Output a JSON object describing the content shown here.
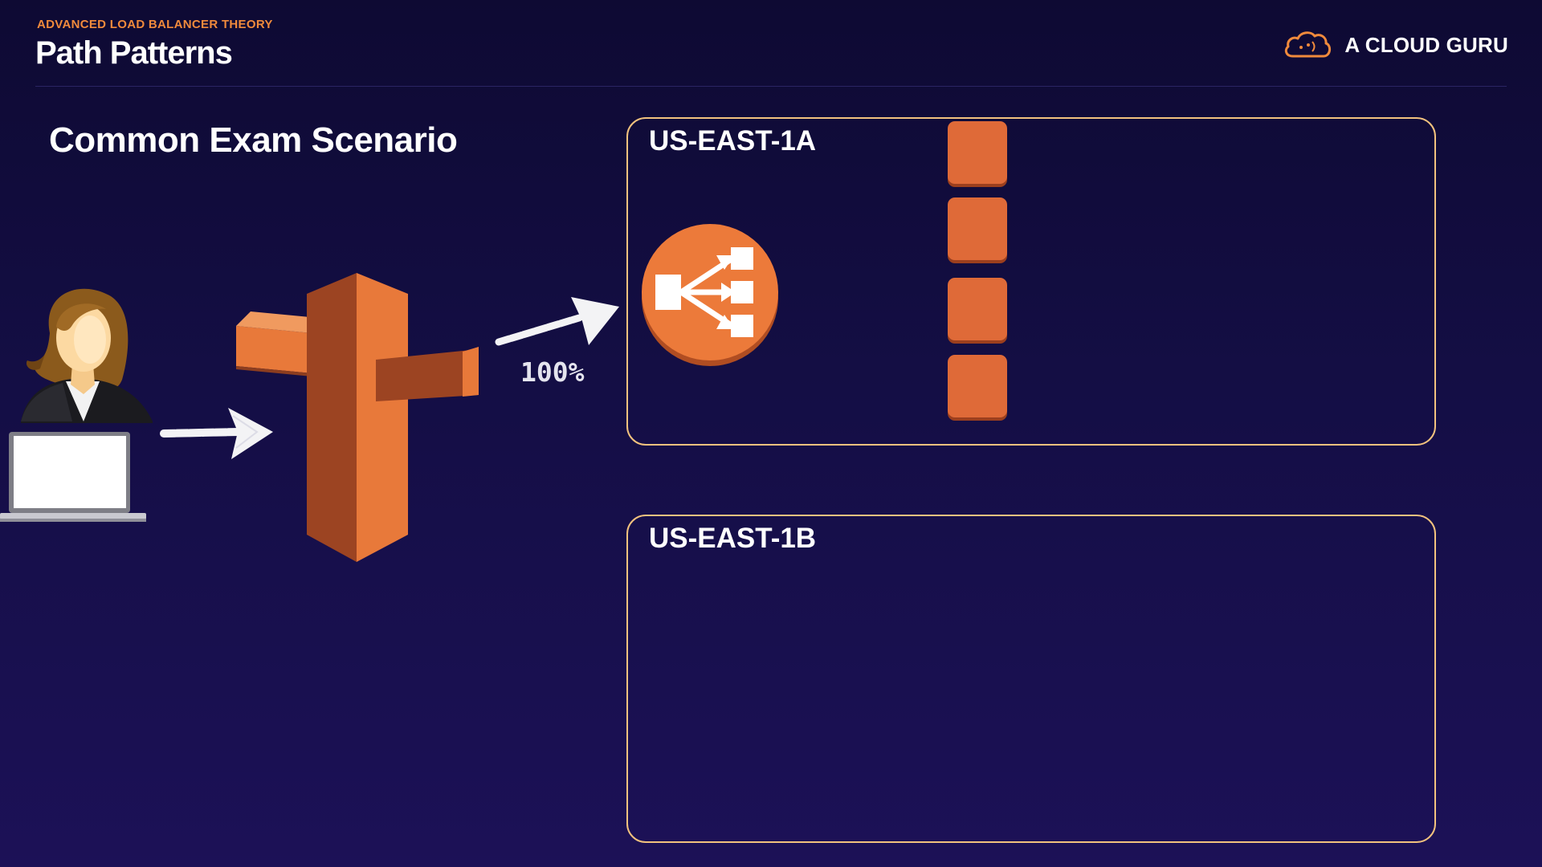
{
  "header": {
    "eyebrow": "ADVANCED LOAD BALANCER THEORY",
    "title": "Path Patterns",
    "brand": "A CLOUD GURU"
  },
  "main": {
    "scenario_title": "Common Exam Scenario",
    "traffic_label": "100%",
    "availability_zones": [
      {
        "label": "US-EAST-1A",
        "instance_count": 4
      },
      {
        "label": "US-EAST-1B",
        "instance_count": 0
      }
    ]
  },
  "icons": {
    "user": "user-with-laptop-icon",
    "dns": "route53-signpost-icon",
    "load_balancer": "elastic-load-balancer-icon",
    "instance": "ec2-instance-icon",
    "brand": "cloud-logo-icon"
  },
  "colors": {
    "background": "#140e45",
    "accent_orange": "#f08a3c",
    "zone_border": "#f2c27e",
    "instance": "#df6a38"
  }
}
